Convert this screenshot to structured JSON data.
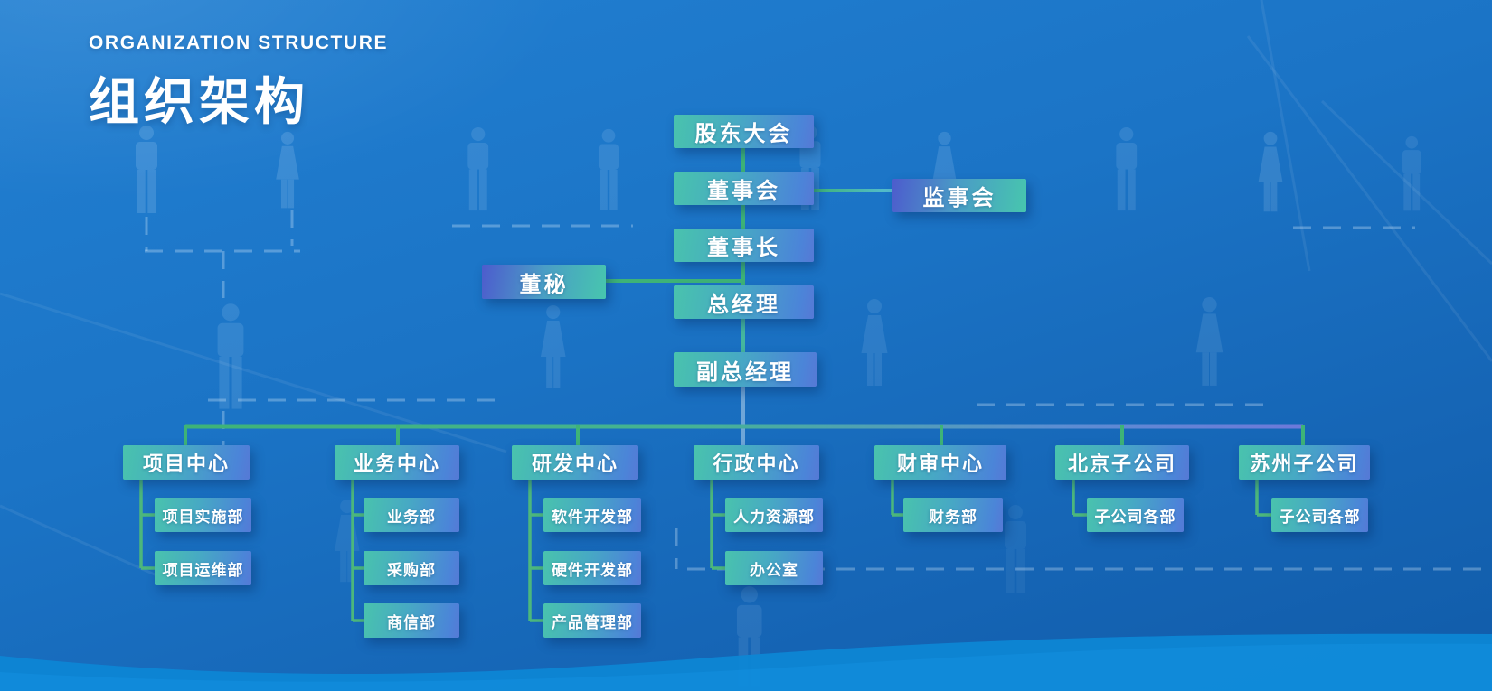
{
  "header": {
    "title_en": "ORGANIZATION STRUCTURE",
    "title_zh": "组织架构"
  },
  "colors": {
    "background_blue": "#1b74c6",
    "box_gradient_teal": "#49c3ad",
    "box_gradient_blue": "#4b85d8",
    "box_gradient_purple": "#5679d6",
    "connector_green": "#3eb377",
    "connector_purple": "#6d79da",
    "bottom_wave_blue": "#0d86d4",
    "text_white": "#ffffff"
  },
  "org": {
    "nodes": [
      {
        "id": "shareholders-meeting",
        "label": "股东大会",
        "parent": null
      },
      {
        "id": "board-of-directors",
        "label": "董事会",
        "parent": "shareholders-meeting"
      },
      {
        "id": "supervisory-board",
        "label": "监事会",
        "parent": "board-of-directors",
        "relation": "lateral"
      },
      {
        "id": "chairman",
        "label": "董事长",
        "parent": "board-of-directors"
      },
      {
        "id": "board-secretary",
        "label": "董秘",
        "parent": "chairman",
        "relation": "lateral"
      },
      {
        "id": "general-manager",
        "label": "总经理",
        "parent": "chairman"
      },
      {
        "id": "deputy-general-manager",
        "label": "副总经理",
        "parent": "general-manager"
      },
      {
        "id": "project-center",
        "label": "项目中心",
        "parent": "deputy-general-manager"
      },
      {
        "id": "business-center",
        "label": "业务中心",
        "parent": "deputy-general-manager"
      },
      {
        "id": "rd-center",
        "label": "研发中心",
        "parent": "deputy-general-manager"
      },
      {
        "id": "admin-center",
        "label": "行政中心",
        "parent": "deputy-general-manager"
      },
      {
        "id": "finance-audit-center",
        "label": "财审中心",
        "parent": "deputy-general-manager"
      },
      {
        "id": "beijing-subsidiary",
        "label": "北京子公司",
        "parent": "deputy-general-manager"
      },
      {
        "id": "suzhou-subsidiary",
        "label": "苏州子公司",
        "parent": "deputy-general-manager"
      },
      {
        "id": "project-implementation-dept",
        "label": "项目实施部",
        "parent": "project-center"
      },
      {
        "id": "project-operations-dept",
        "label": "项目运维部",
        "parent": "project-center"
      },
      {
        "id": "business-dept",
        "label": "业务部",
        "parent": "business-center"
      },
      {
        "id": "procurement-dept",
        "label": "采购部",
        "parent": "business-center"
      },
      {
        "id": "business-info-dept",
        "label": "商信部",
        "parent": "business-center"
      },
      {
        "id": "software-dev-dept",
        "label": "软件开发部",
        "parent": "rd-center"
      },
      {
        "id": "hardware-dev-dept",
        "label": "硬件开发部",
        "parent": "rd-center"
      },
      {
        "id": "product-mgmt-dept",
        "label": "产品管理部",
        "parent": "rd-center"
      },
      {
        "id": "hr-dept",
        "label": "人力资源部",
        "parent": "admin-center"
      },
      {
        "id": "office",
        "label": "办公室",
        "parent": "admin-center"
      },
      {
        "id": "finance-dept",
        "label": "财务部",
        "parent": "finance-audit-center"
      },
      {
        "id": "beijing-sub-depts",
        "label": "子公司各部",
        "parent": "beijing-subsidiary"
      },
      {
        "id": "suzhou-sub-depts",
        "label": "子公司各部",
        "parent": "suzhou-subsidiary"
      }
    ]
  }
}
